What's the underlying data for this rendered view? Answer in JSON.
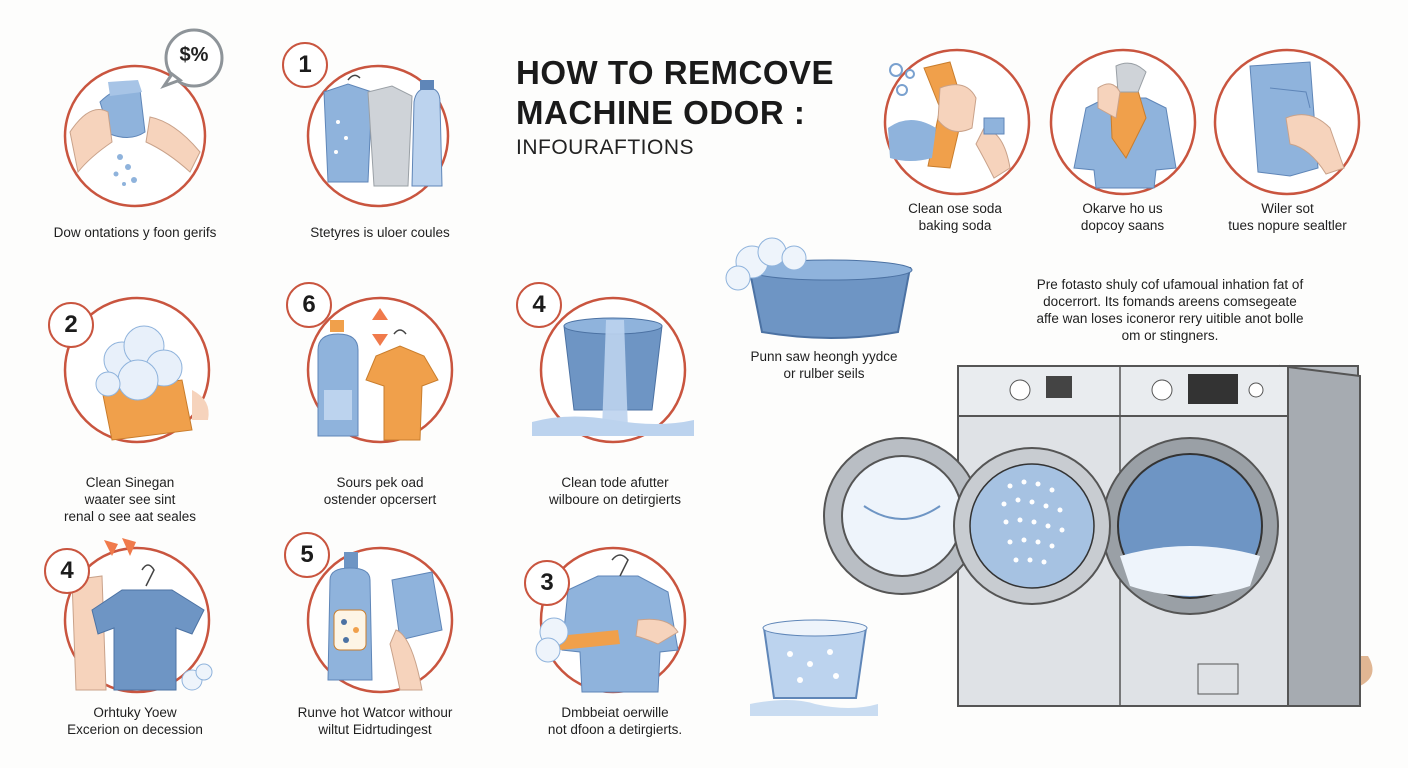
{
  "title": {
    "line1": "HOW TO REMCOVE",
    "line2": "MACHINE ODOR :",
    "subtitle": "INFOURAFTIONS"
  },
  "speech_bubble": "$%",
  "badges": {
    "b_top": "1",
    "b_row2_left": "2",
    "b_row2_mid": "6",
    "b_row2_right": "4",
    "b_row3_left": "4",
    "b_row3_mid": "5",
    "b_row3_right": "3"
  },
  "captions": {
    "c1": [
      "Dow ontations y foon gerifs"
    ],
    "c2": [
      "Stetyres is uloer coules"
    ],
    "c3": [
      "Clean ose soda",
      "baking soda"
    ],
    "c4": [
      "Okarve ho us",
      "dopcoy saans"
    ],
    "c5": [
      "Wiler sot",
      "tues nopure sealtler"
    ],
    "c6": [
      "Clean Sinegan",
      "waater see sint",
      "renal o see aat seales"
    ],
    "c7": [
      "Sours pek oad",
      "ostender opcersert"
    ],
    "c8": [
      "Clean tode afutter",
      "wilboure on detirgierts"
    ],
    "c9": [
      "Punn saw heongh yydce",
      "or rulber seils"
    ],
    "c10": [
      "Orhtuky Yoew",
      "Excerion on decession"
    ],
    "c11": [
      "Runve hot Watcor withour",
      "wiltut Eidrtudingest"
    ],
    "c12": [
      "Dmbbeiat oerwille",
      "not dfoon a detirgierts."
    ]
  },
  "note": [
    "Pre fotasto shuly cof ufamoual inhation fat of",
    "docerrort. Its fomands areens comsegeate",
    "affe wan loses iconeror rery uitible anot bolle",
    "om or stingners."
  ],
  "colors": {
    "ring": "#c9553f",
    "blue": "#8fb3dc",
    "blue_dark": "#5f86b8",
    "orange": "#f0a04b",
    "skin": "#f6d3bc",
    "gray": "#cfd3d8"
  }
}
